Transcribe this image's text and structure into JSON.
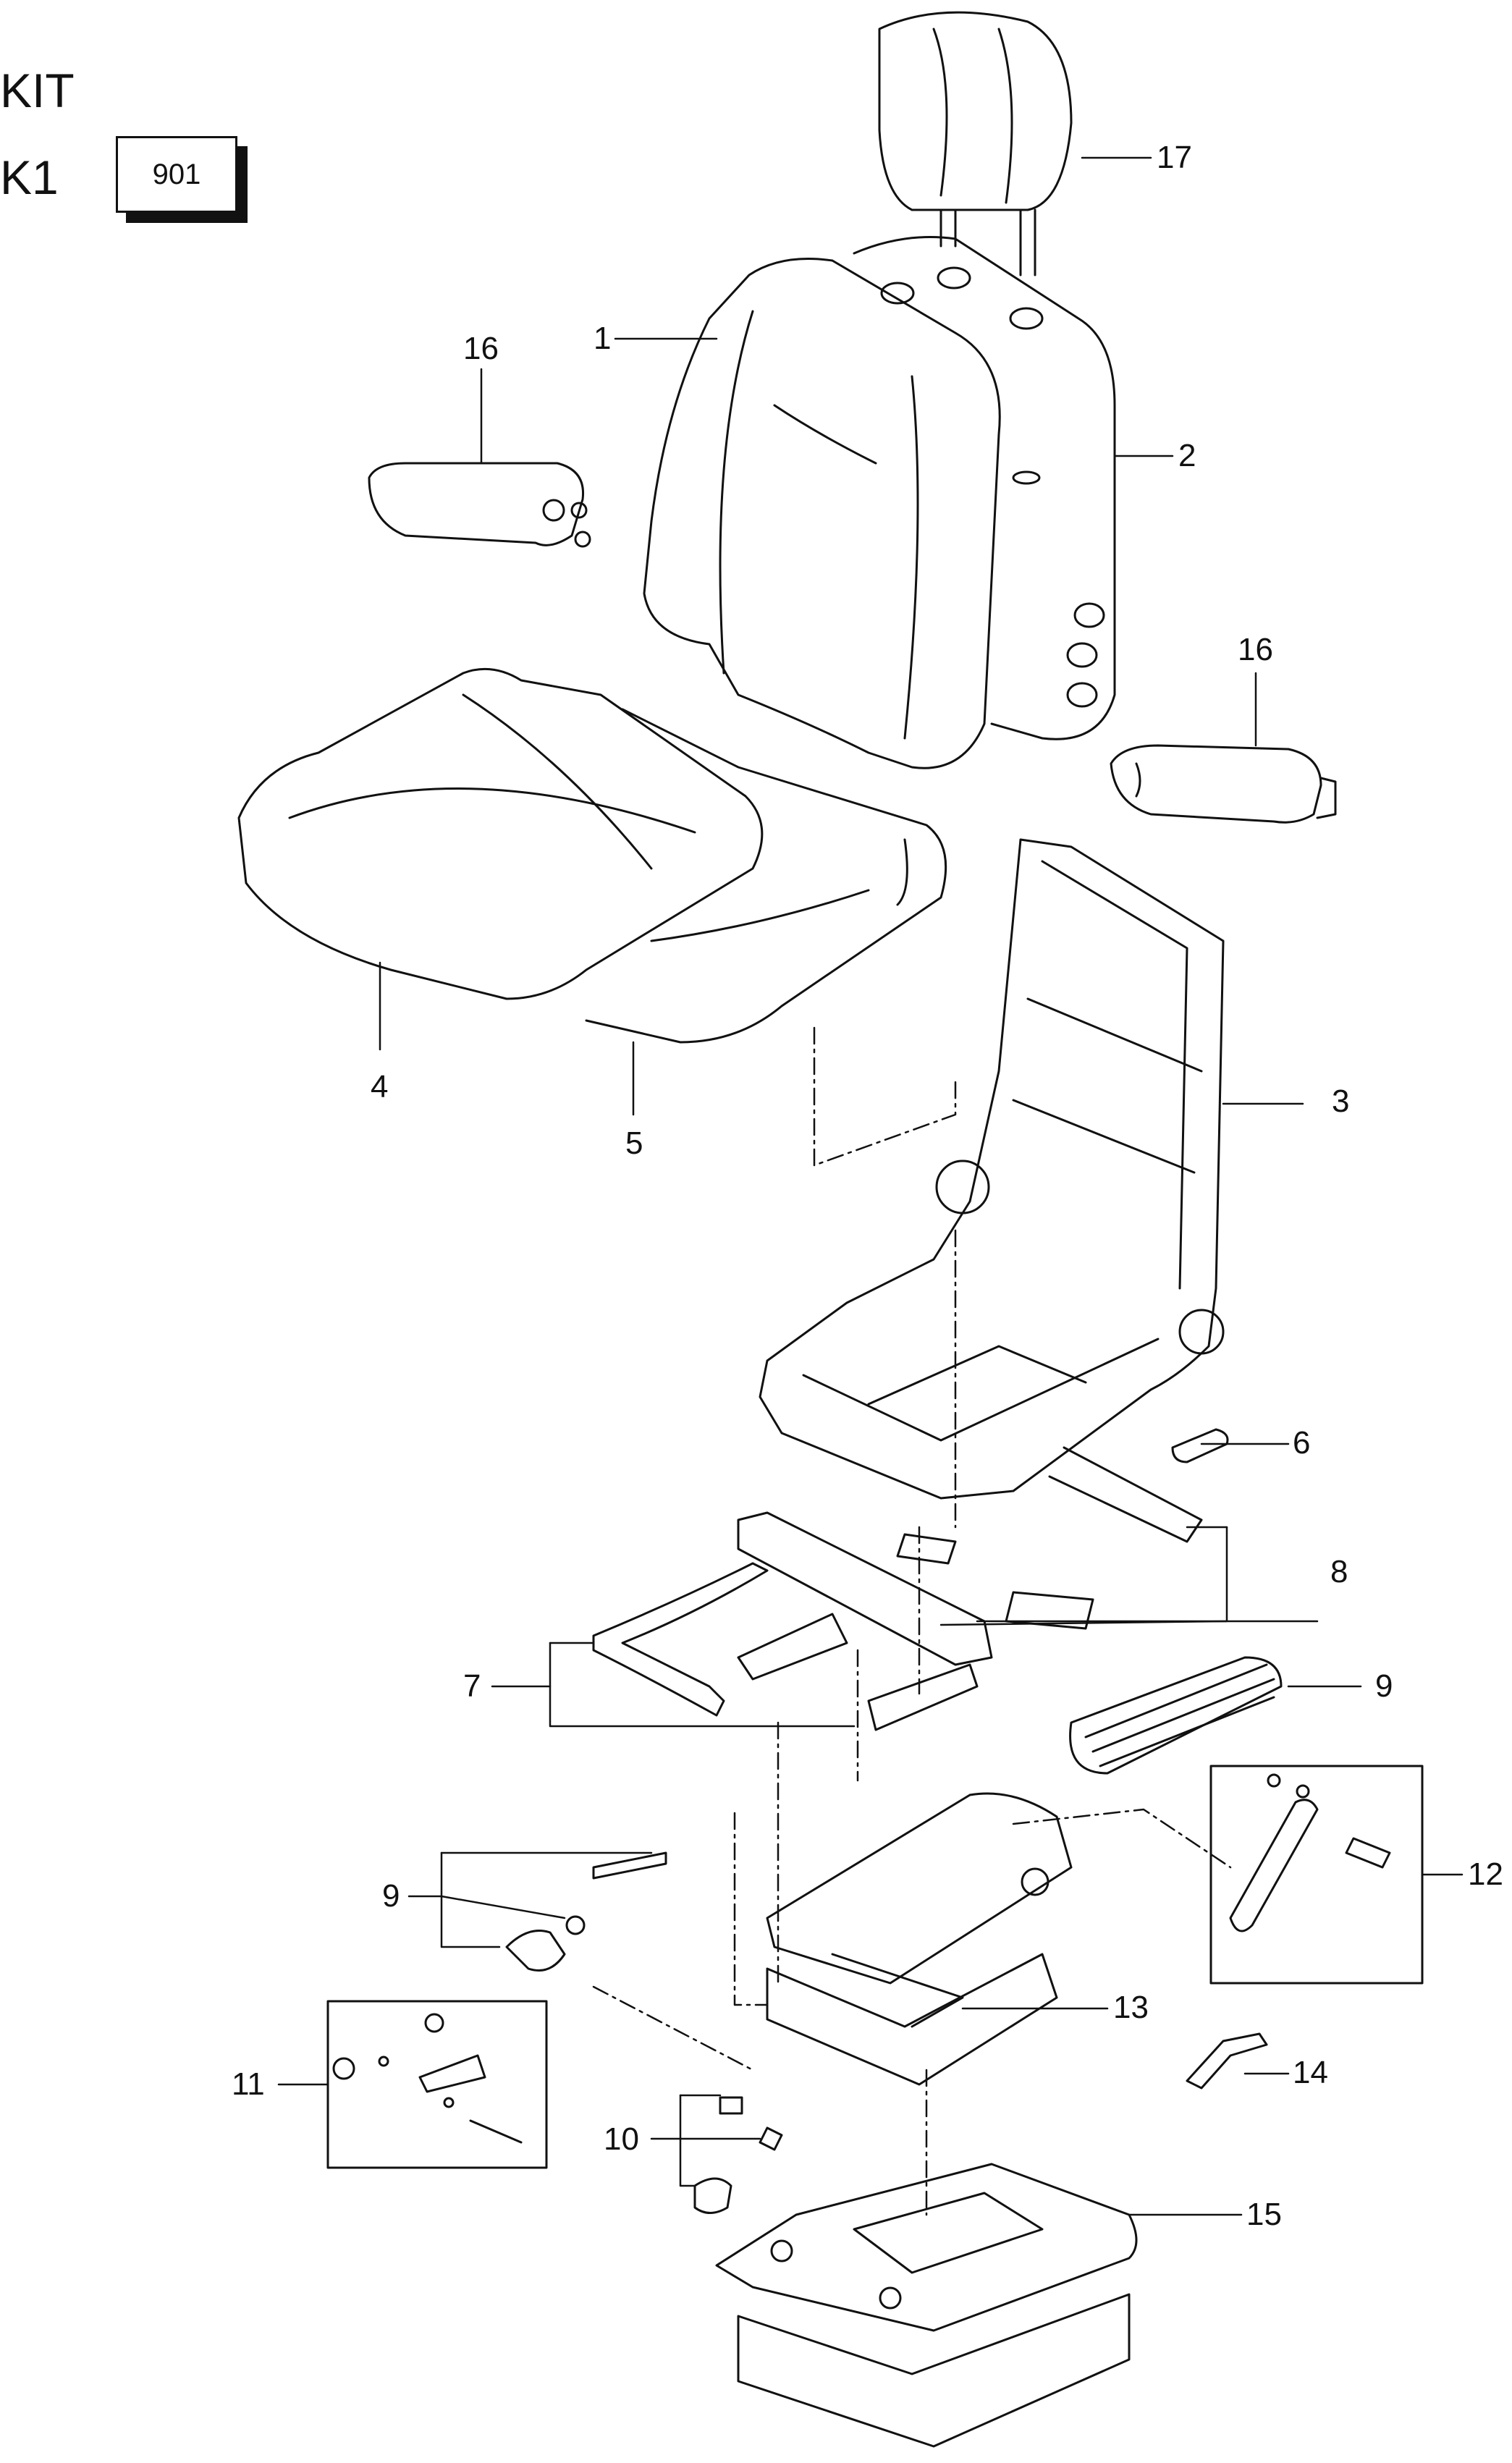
{
  "kit": {
    "title": "KIT",
    "code": "K1",
    "box_number": "901"
  },
  "callouts": {
    "c1": "1",
    "c2": "2",
    "c3": "3",
    "c4": "4",
    "c5": "5",
    "c6": "6",
    "c7": "7",
    "c8": "8",
    "c9a": "9",
    "c9b": "9",
    "c10": "10",
    "c11": "11",
    "c12": "12",
    "c13": "13",
    "c14": "14",
    "c15": "15",
    "c16a": "16",
    "c16b": "16",
    "c17": "17"
  },
  "colors": {
    "ink": "#111111",
    "paper": "#ffffff"
  }
}
